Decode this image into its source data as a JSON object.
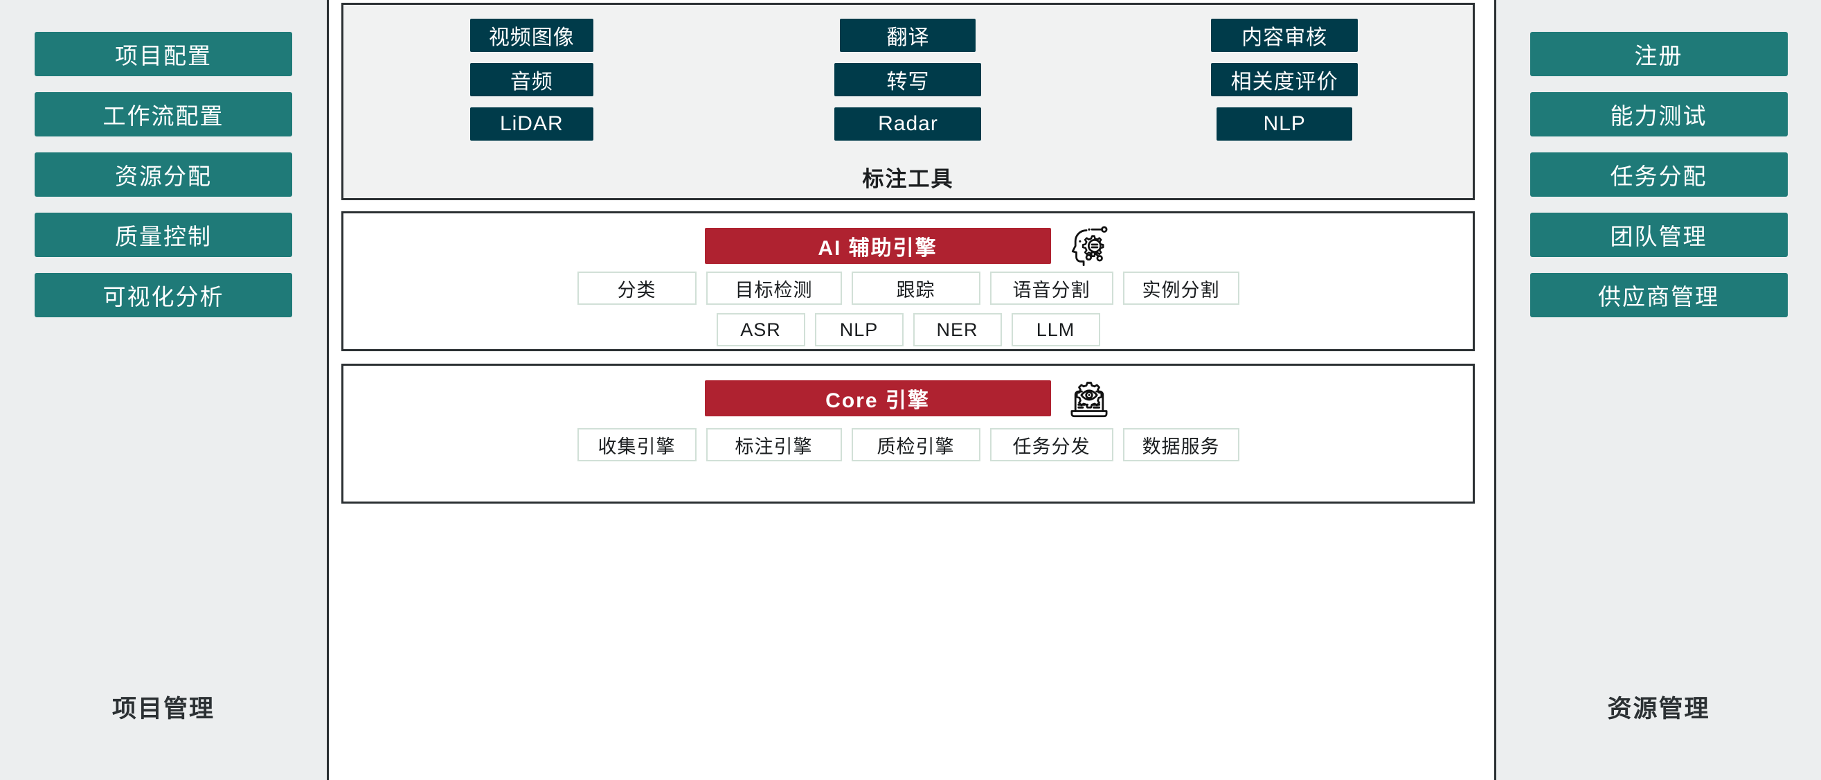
{
  "left_panel": {
    "title": "项目管理",
    "items": [
      {
        "label": "项目配置"
      },
      {
        "label": "工作流配置"
      },
      {
        "label": "资源分配"
      },
      {
        "label": "质量控制"
      },
      {
        "label": "可视化分析"
      }
    ]
  },
  "right_panel": {
    "title": "资源管理",
    "items": [
      {
        "label": "注册"
      },
      {
        "label": "能力测试"
      },
      {
        "label": "任务分配"
      },
      {
        "label": "团队管理"
      },
      {
        "label": "供应商管理"
      }
    ]
  },
  "tools_card": {
    "caption": "标注工具",
    "rows": [
      [
        {
          "label": "视频图像",
          "size": "w-sm"
        },
        {
          "label": "翻译",
          "size": "w-md"
        },
        {
          "label": "内容审核",
          "size": "w-lg"
        }
      ],
      [
        {
          "label": "音频",
          "size": "w-sm"
        },
        {
          "label": "转写",
          "size": "w-lg"
        },
        {
          "label": "相关度评价",
          "size": "w-lg"
        }
      ],
      [
        {
          "label": "LiDAR",
          "size": "w-sm"
        },
        {
          "label": "Radar",
          "size": "w-lg"
        },
        {
          "label": "NLP",
          "size": "w-md"
        }
      ]
    ]
  },
  "ai_engine": {
    "banner": "AI 辅助引擎",
    "icon": "brain-gear-icon",
    "row1": [
      {
        "label": "分类",
        "size": "w1"
      },
      {
        "label": "目标检测",
        "size": "w2"
      },
      {
        "label": "跟踪",
        "size": "w3"
      },
      {
        "label": "语音分割",
        "size": "w4"
      },
      {
        "label": "实例分割",
        "size": "w5"
      }
    ],
    "row2": [
      {
        "label": "ASR",
        "size": "sq"
      },
      {
        "label": "NLP",
        "size": "sq"
      },
      {
        "label": "NER",
        "size": "sq"
      },
      {
        "label": "LLM",
        "size": "sq"
      }
    ]
  },
  "core_engine": {
    "banner": "Core 引擎",
    "icon": "laptop-gear-eye-icon",
    "row1": [
      {
        "label": "收集引擎",
        "size": "w1"
      },
      {
        "label": "标注引擎",
        "size": "w2"
      },
      {
        "label": "质检引擎",
        "size": "w3"
      },
      {
        "label": "任务分发",
        "size": "w4"
      },
      {
        "label": "数据服务",
        "size": "w5"
      }
    ]
  },
  "colors": {
    "teal": "#1F7A78",
    "navy": "#003B4A",
    "red": "#AF2230",
    "panel_bg": "#ECEEEF",
    "tools_bg": "#F1F2F2",
    "chip_border": "#D1E0D7",
    "outline": "#2b3033"
  }
}
